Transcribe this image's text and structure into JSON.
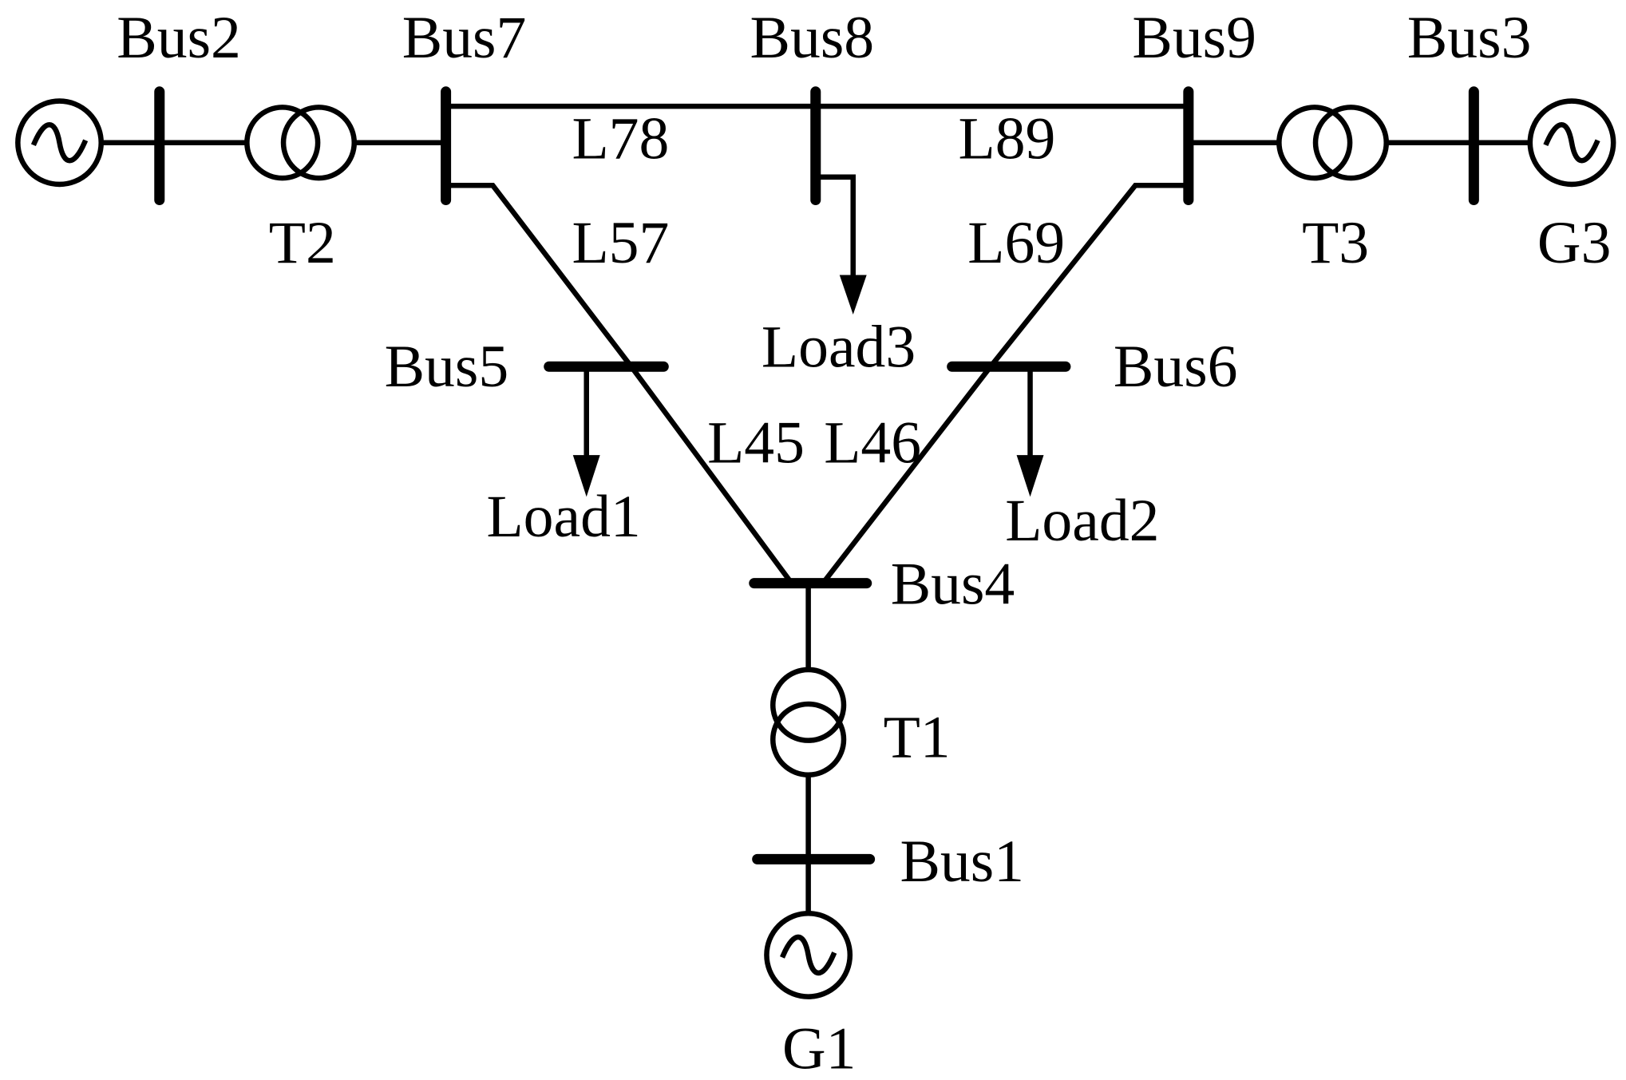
{
  "labels": {
    "bus1": "Bus1",
    "bus2": "Bus2",
    "bus3": "Bus3",
    "bus4": "Bus4",
    "bus5": "Bus5",
    "bus6": "Bus6",
    "bus7": "Bus7",
    "bus8": "Bus8",
    "bus9": "Bus9",
    "t1": "T1",
    "t2": "T2",
    "t3": "T3",
    "g1": "G1",
    "g3": "G3",
    "l78": "L78",
    "l89": "L89",
    "l57": "L57",
    "l69": "L69",
    "l45": "L45",
    "l46": "L46",
    "load1": "Load1",
    "load2": "Load2",
    "load3": "Load3"
  }
}
